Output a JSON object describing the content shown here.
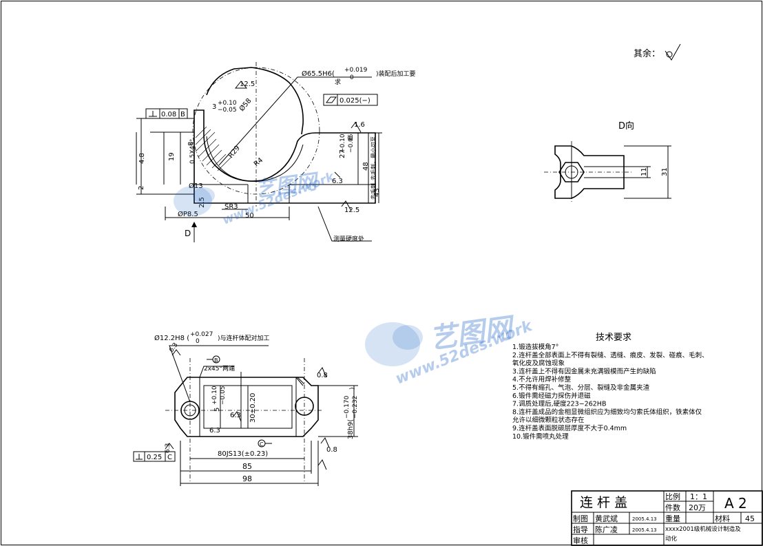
{
  "rough_note": {
    "label": "其余："
  },
  "view_label_d": "D",
  "view_label_d_dir": "D向",
  "top_view": {
    "bore_dim_main": "Ø65.5H6(",
    "bore_dim_upper": "+0.019",
    "bore_dim_lower": "0",
    "bore_note_1": ")装配后加工要",
    "bore_note_2": "求",
    "surface_12_5_a": "12.5",
    "surface_12_5_b": "12.5",
    "surface_6_3": "6.3",
    "surface_1_6": "1.6",
    "surface_1_6_b": "1.6",
    "flatness_value": "0.025(−)",
    "perp_value": "0.08",
    "perp_datum": "B",
    "dim_3_main": "3",
    "dim_3_upper": "+0.10",
    "dim_3_lower": "−0.05",
    "dim_phi58": "Ø58",
    "dim_r29": "R29",
    "dim_r4": "R4",
    "dim_05x45": "0.5X45°",
    "dim_8": "8",
    "dim_19": "19",
    "dim_48_a": "4.8",
    "dim_2": "2",
    "dim_phi13": "Ø13",
    "dim_2_5": "2.5",
    "dim_phi8_5": "ØP8.5",
    "dim_sr3": "SR3",
    "dim_50": "50",
    "dim_6": "6",
    "dim_27": "27",
    "dim_27_upper": "+0.10",
    "dim_27_lower": "−0.05",
    "dim_48": "48",
    "dim_43": "43",
    "side_note_1": "去毛刺，最小可至",
    "side_note_2": "去毛刺",
    "hardness_note": "测量硬度处"
  },
  "right_view": {
    "dim_11": "11",
    "dim_31": "31"
  },
  "bottom_view": {
    "hole_dim": "Ø12.2H8 (",
    "hole_upper": "+0.027",
    "hole_lower": "0",
    "hole_note": ")与连杆体配对加工",
    "chamfer": "2x45°两端",
    "datum_b": "B",
    "datum_c": "C",
    "dim_5": "5",
    "dim_5_upper": "+0.10",
    "dim_5_lower": "−0.05",
    "dim_30": "30±0.20",
    "surface_6_3_a": "6.3",
    "surface_6_3_b": "6.3",
    "surface_6_3_c": "6.3",
    "surface_6_3_d": "6.3",
    "surface_0_8_a": "0.8",
    "surface_0_8_b": "0.8",
    "dim_38": "38h9(",
    "dim_38_upper": "−0.170",
    "dim_38_lower": "−0.232",
    "dim_38_close": ")",
    "perp_value": "0.25",
    "perp_datum": "C",
    "dim_80": "80JS13(±0.23)",
    "dim_85": "85",
    "dim_98": "98"
  },
  "tech_requirements": {
    "title": "技术要求",
    "items": [
      "1.锻造拔模角7°",
      "2.连杆盖全部表面上不得有裂缝、透缝、痕皮、发裂、碰痕、毛刺、",
      "  氧化皮及腐蚀现象",
      "3.连杆盖上不得有因金属未充满锻模而产生的缺陷",
      "4.不允许用焊补修整",
      "5.不得有缩孔、气泡、分层、裂缝及非金属夹渣",
      "6.锻件需经磁力探伤并退磁",
      "7.调质处理后,硬度223−262HB",
      "8.连杆盖成品的金相显微组织应为细致均匀索氏体组织，铁素体仅",
      "  允许以细微颗粒状态存在",
      "9.连杆盖表面脱碳层厚度不大于0.4mm",
      "10.锻件需喷丸处理"
    ]
  },
  "title_block": {
    "part_name": "连 杆 盖",
    "scale_label": "比例",
    "scale_value": "1：1",
    "count_label": "件数",
    "count_value": "20万",
    "sheet": "A 2",
    "drawn_label": "制图",
    "drawn_by": "黄武斌",
    "drawn_date": "2005.4.13",
    "weight_label": "重量",
    "material_label": "材料",
    "material_value": "45",
    "guide_label": "指导",
    "guide_by": "陈广凌",
    "guide_date": "2005.4.13",
    "review_label": "审核",
    "org_1": "xxxx2001级机械设计制造及",
    "org_2": "动化"
  },
  "watermark": {
    "text_cn": "艺图网",
    "text_url": "www.52des.work"
  }
}
